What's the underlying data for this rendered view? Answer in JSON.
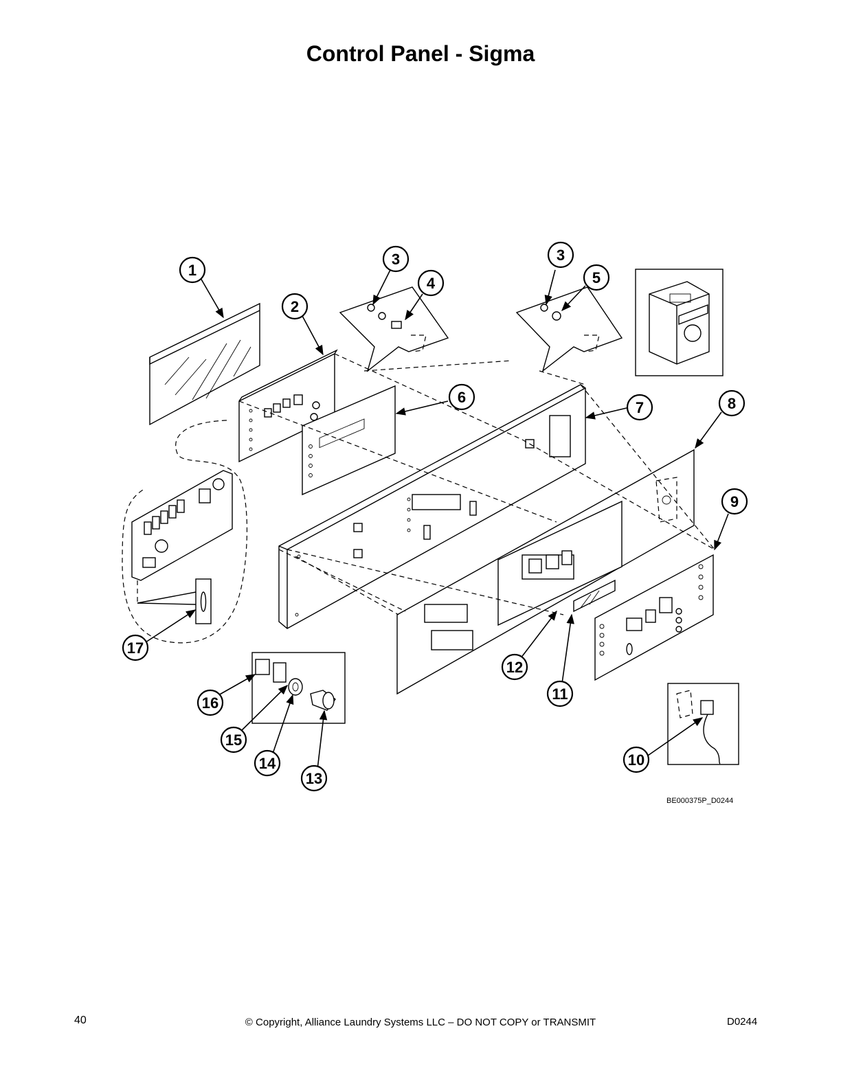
{
  "page": {
    "title": "Control Panel - Sigma",
    "figure_code": "BE000375P_D0244",
    "footer": {
      "page_number": "40",
      "copyright": "© Copyright, Alliance Laundry Systems LLC – DO NOT COPY or TRANSMIT",
      "doc_code": "D0244"
    }
  },
  "callouts": [
    "1",
    "2",
    "3",
    "4",
    "3",
    "5",
    "6",
    "7",
    "8",
    "9",
    "10",
    "11",
    "12",
    "13",
    "14",
    "15",
    "16",
    "17"
  ]
}
